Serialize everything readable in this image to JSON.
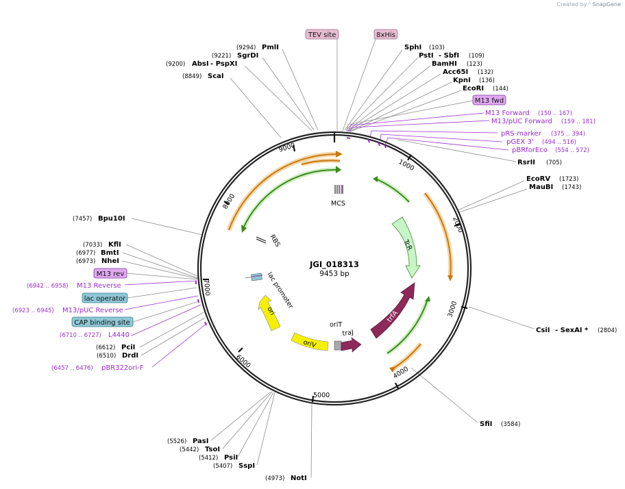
{
  "credit": {
    "text": "Created by",
    "brand": "SnapGene"
  },
  "plasmid": {
    "name": "JGI_018313",
    "length_label": "9453 bp",
    "length": 9453
  },
  "ticks": [
    "1000",
    "2000",
    "3000",
    "4000",
    "5000",
    "6000",
    "7000",
    "8000",
    "9000"
  ],
  "enzymes": {
    "pmli": {
      "name": "PmlI",
      "pos": "(9294)"
    },
    "sgrdi": {
      "name": "SgrDI",
      "pos": "(9221)"
    },
    "absi": {
      "name": "AbsI",
      "name2": "- PspXI",
      "pos": "(9200)"
    },
    "scai": {
      "name": "ScaI",
      "pos": "(8849)"
    },
    "sphi": {
      "name": "SphI",
      "pos": "(103)"
    },
    "psti": {
      "name": "PstI",
      "name2": "- SbfI",
      "pos": "(109)"
    },
    "bamhi": {
      "name": "BamHI",
      "pos": "(123)"
    },
    "acc65i": {
      "name": "Acc65I",
      "pos": "(132)"
    },
    "kpni": {
      "name": "KpnI",
      "pos": "(136)"
    },
    "ecori": {
      "name": "EcoRI",
      "pos": "(144)"
    },
    "rsrii": {
      "name": "RsrII",
      "pos": "(705)"
    },
    "ecorv": {
      "name": "EcoRV",
      "pos": "(1723)"
    },
    "maubi": {
      "name": "MauBI",
      "pos": "(1743)"
    },
    "csii": {
      "name": "CsiI",
      "name2": "- SexAI *",
      "pos": "(2804)"
    },
    "sfii": {
      "name": "SfiI",
      "pos": "(3584)"
    },
    "noti": {
      "name": "NotI",
      "pos": "(4973)"
    },
    "pasi": {
      "name": "PasI",
      "pos": "(5526)"
    },
    "tsoi": {
      "name": "TsoI",
      "pos": "(5442)"
    },
    "psii": {
      "name": "PsiI",
      "pos": "(5412)"
    },
    "sspi": {
      "name": "SspI",
      "pos": "(5407)"
    },
    "bpu10i": {
      "name": "Bpu10I",
      "pos": "(7457)"
    },
    "kfli": {
      "name": "KflI",
      "pos": "(7033)"
    },
    "bmti": {
      "name": "BmtI",
      "pos": "(6977)"
    },
    "nhei": {
      "name": "NheI",
      "pos": "(6973)"
    },
    "pcii": {
      "name": "PciI",
      "pos": "(6612)"
    },
    "drdi": {
      "name": "DrdI",
      "pos": "(6510)"
    }
  },
  "primers": {
    "m13fwd_forward": {
      "name": "M13 Forward",
      "pos": "(150 .. 167)"
    },
    "m13puc_forward": {
      "name": "M13/pUC Forward",
      "pos": "(159 .. 181)"
    },
    "prs_marker": {
      "name": "pRS-marker",
      "pos": "(375 .. 394)"
    },
    "pgex3": {
      "name": "pGEX 3'",
      "pos": "(494 .. 516)"
    },
    "pbrforeco": {
      "name": "pBRforEco",
      "pos": "(554 .. 572)"
    },
    "m13_reverse": {
      "name": "M13 Reverse",
      "pos": "(6942 .. 6958)"
    },
    "m13puc_reverse": {
      "name": "M13/pUC Reverse",
      "pos": "(6923 .. 6945)"
    },
    "l4440": {
      "name": "L4440",
      "pos": "(6710 .. 6727)"
    },
    "pbr322ori_f": {
      "name": "pBR322ori-F",
      "pos": "(6457 .. 6476)"
    }
  },
  "boxes": {
    "tev": "TEV site",
    "his": "8xHis",
    "m13fwd": "M13 fwd",
    "m13rev": "M13 rev",
    "lacop": "lac operator",
    "cap": "CAP binding site"
  },
  "features": {
    "mcs": "MCS",
    "tcr": "TcR",
    "rbs": "RBS",
    "lacpromoter": "lac promoter",
    "ori": "ori",
    "oriv": "oriV",
    "orit": "oriT",
    "traj": "traJ",
    "trfa": "trfA"
  },
  "colors": {
    "backbone": "#222222",
    "primer": "#9b2bd2",
    "orf_orange": "#d98a1c",
    "orf_green": "#3a8a1c",
    "tcr_fill": "#c8f5c8",
    "ori_fill": "#f5f000",
    "trfa_fill": "#8c2a5a",
    "tag_pink": "#e6bcd0",
    "m13_purple": "#e0a8f0",
    "lac_blue": "#8ec8d6"
  }
}
